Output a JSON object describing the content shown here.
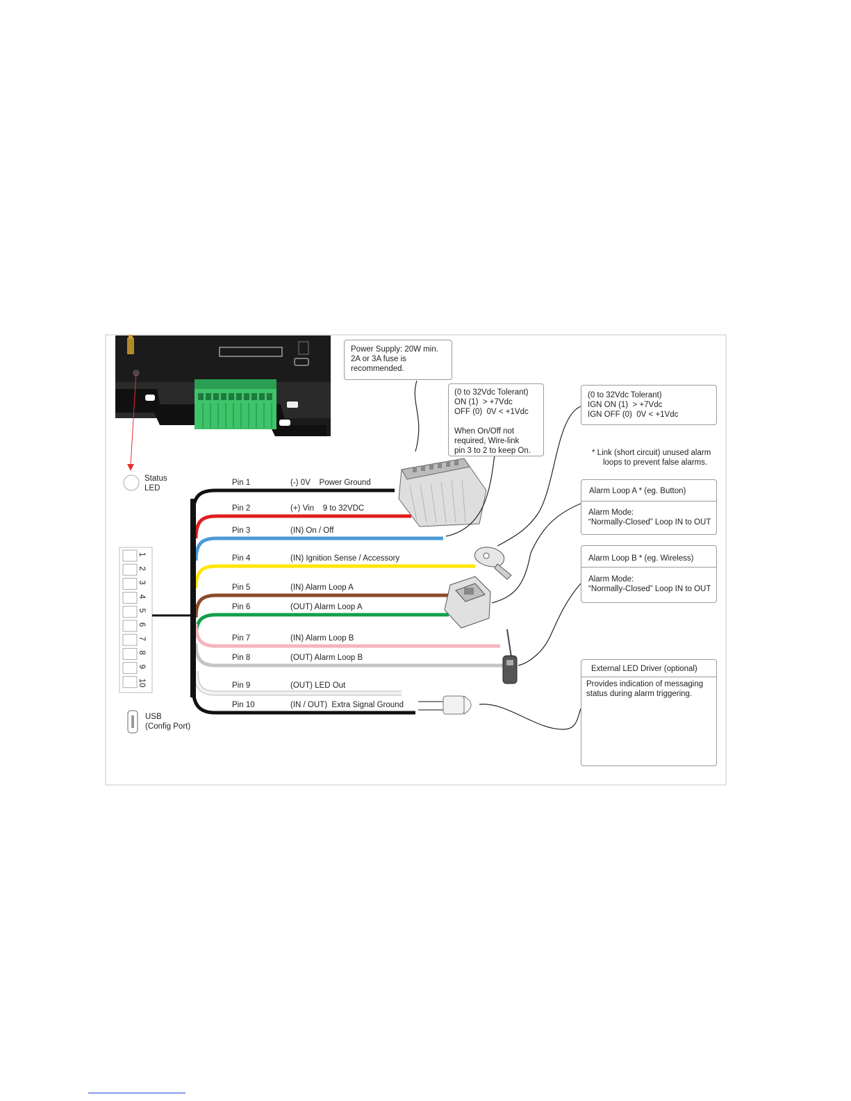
{
  "callouts": {
    "power_supply": "Power Supply: 20W min.\n2A or 3A fuse is\nrecommended.",
    "on_off": "(0 to 32Vdc Tolerant)\nON (1)  > +7Vdc\nOFF (0)  0V < +1Vdc\n\nWhen On/Off not\nrequired, Wire-link\npin 3 to 2 to keep On.",
    "ignition": "(0 to 32Vdc Tolerant)\nIGN ON (1)  > +7Vdc\nIGN OFF (0)  0V < +1Vdc",
    "link_note": "* Link (short circuit) unused alarm\n     loops to prevent false alarms.",
    "alarm_a_title": "Alarm Loop A * (eg. Button)",
    "alarm_a_body": "Alarm Mode:\n“Normally-Closed” Loop IN to OUT",
    "alarm_b_title": "Alarm Loop B * (eg. Wireless)",
    "alarm_b_body": "Alarm Mode:\n“Normally-Closed” Loop IN to OUT",
    "led_title": "External LED Driver (optional)",
    "led_body": "Provides indication of messaging\nstatus during alarm triggering.",
    "led_plus": "+",
    "led_minus": "-"
  },
  "status_led_label": "Status\nLED",
  "usb_label": "USB\n(Config Port)",
  "connector_numbers": [
    "1",
    "2",
    "3",
    "4",
    "5",
    "6",
    "7",
    "8",
    "9",
    "10"
  ],
  "wires": [
    {
      "pin": "Pin 1",
      "desc": "(-) 0V    Power Ground",
      "color": "#111111"
    },
    {
      "pin": "Pin 2",
      "desc": "(+) Vin    9 to 32VDC",
      "color": "#e01e1e"
    },
    {
      "pin": "Pin 3",
      "desc": "(IN) On / Off",
      "color": "#4a9ad8"
    },
    {
      "pin": "Pin 4",
      "desc": "(IN) Ignition Sense / Accessory",
      "color": "#ffe600"
    },
    {
      "pin": "Pin 5",
      "desc": "(IN) Alarm Loop A",
      "color": "#8b4a2b"
    },
    {
      "pin": "Pin 6",
      "desc": "(OUT) Alarm Loop A",
      "color": "#10a04a"
    },
    {
      "pin": "Pin 7",
      "desc": "(IN) Alarm Loop B",
      "color": "#f4b5bd"
    },
    {
      "pin": "Pin 8",
      "desc": "(OUT) Alarm Loop B",
      "color": "#c4c4c4"
    },
    {
      "pin": "Pin 9",
      "desc": "(OUT) LED Out",
      "color": "#f2f2f2"
    },
    {
      "pin": "Pin 10",
      "desc": "(IN / OUT)  Extra Signal Ground",
      "color": "#111111"
    }
  ],
  "icons": {
    "device": "device-enclosure-icon",
    "battery": "car-battery-icon",
    "key": "ignition-key-icon",
    "button": "alarm-button-icon",
    "wireless": "wireless-sensor-icon",
    "led": "led-icon"
  }
}
